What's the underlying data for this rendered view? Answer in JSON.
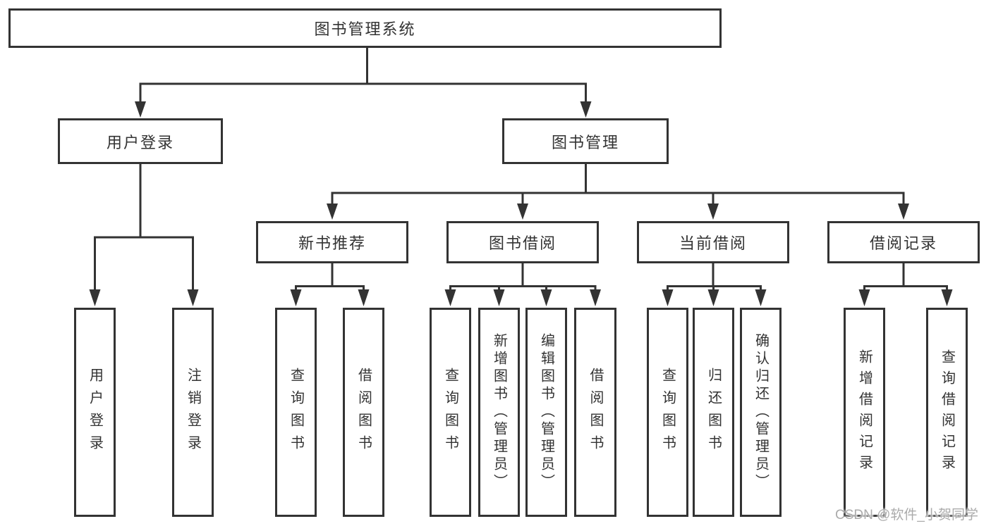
{
  "diagram": {
    "root": {
      "label": "图书管理系统"
    },
    "branches": [
      {
        "label": "用户登录",
        "children": [
          {
            "label": "用户登录"
          },
          {
            "label": "注销登录"
          }
        ]
      },
      {
        "label": "图书管理",
        "groups": [
          {
            "label": "新书推荐",
            "children": [
              {
                "label": "查询图书"
              },
              {
                "label": "借阅图书"
              }
            ]
          },
          {
            "label": "图书借阅",
            "children": [
              {
                "label": "查询图书"
              },
              {
                "label": "新增图书（管理员）"
              },
              {
                "label": "编辑图书（管理员）"
              },
              {
                "label": "借阅图书"
              }
            ]
          },
          {
            "label": "当前借阅",
            "children": [
              {
                "label": "查询图书"
              },
              {
                "label": "归还图书"
              },
              {
                "label": "确认归还（管理员）"
              }
            ]
          },
          {
            "label": "借阅记录",
            "children": [
              {
                "label": "新增借阅记录"
              },
              {
                "label": "查询借阅记录"
              }
            ]
          }
        ]
      }
    ],
    "watermark": {
      "text": "CSDN @软件_小贺同学"
    },
    "colors": {
      "line": "#333333",
      "text": "#333333",
      "box_background": "#ffffff",
      "background": "#ffffff",
      "watermark": "#ababab"
    }
  }
}
